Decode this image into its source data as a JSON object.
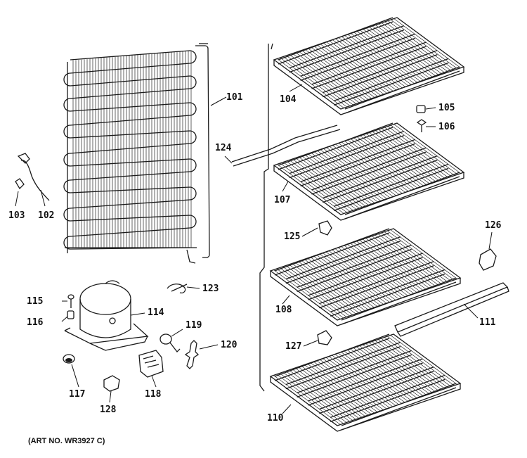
{
  "labels": {
    "p101": "101",
    "p102": "102",
    "p103": "103",
    "p104": "104",
    "p105": "105",
    "p106": "106",
    "p107": "107",
    "p108": "108",
    "p110": "110",
    "p111": "111",
    "p114": "114",
    "p115": "115",
    "p116": "116",
    "p117": "117",
    "p118": "118",
    "p119": "119",
    "p120": "120",
    "p123": "123",
    "p124": "124",
    "p125": "125",
    "p126": "126",
    "p127": "127",
    "p128": "128"
  },
  "art_number": "(ART NO. WR3927 C)",
  "colors": {
    "ink": "#1a1a1a",
    "paper": "#ffffff"
  }
}
